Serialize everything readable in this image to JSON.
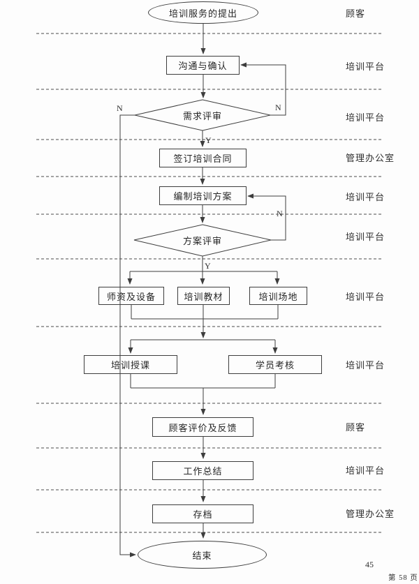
{
  "page": {
    "page_number": "45",
    "footer": "第 58 页"
  },
  "lanes": {
    "labels": [
      "顾客",
      "培训平台",
      "培训平台",
      "管理办公室",
      "培训平台",
      "培训平台",
      "培训平台",
      "培训平台",
      "顾客",
      "培训平台",
      "管理办公室"
    ]
  },
  "flowchart": {
    "nodes": {
      "start": "培训服务的提出",
      "communicate": "沟通与确认",
      "demand_review": "需求评审",
      "sign_contract": "签订培训合同",
      "prepare_plan": "编制培训方案",
      "plan_review": "方案评审",
      "teachers": "师资及设备",
      "materials": "培训教材",
      "venue": "培训场地",
      "teaching": "培训授课",
      "assessment": "学员考核",
      "feedback": "顾客评价及反馈",
      "summary": "工作总结",
      "archive": "存档",
      "end": "结束"
    },
    "branch": {
      "yes": "Y",
      "no": "N"
    }
  },
  "colors": {
    "line": "#3d3d3d",
    "text": "#262626",
    "background": "#fdfdfd"
  }
}
